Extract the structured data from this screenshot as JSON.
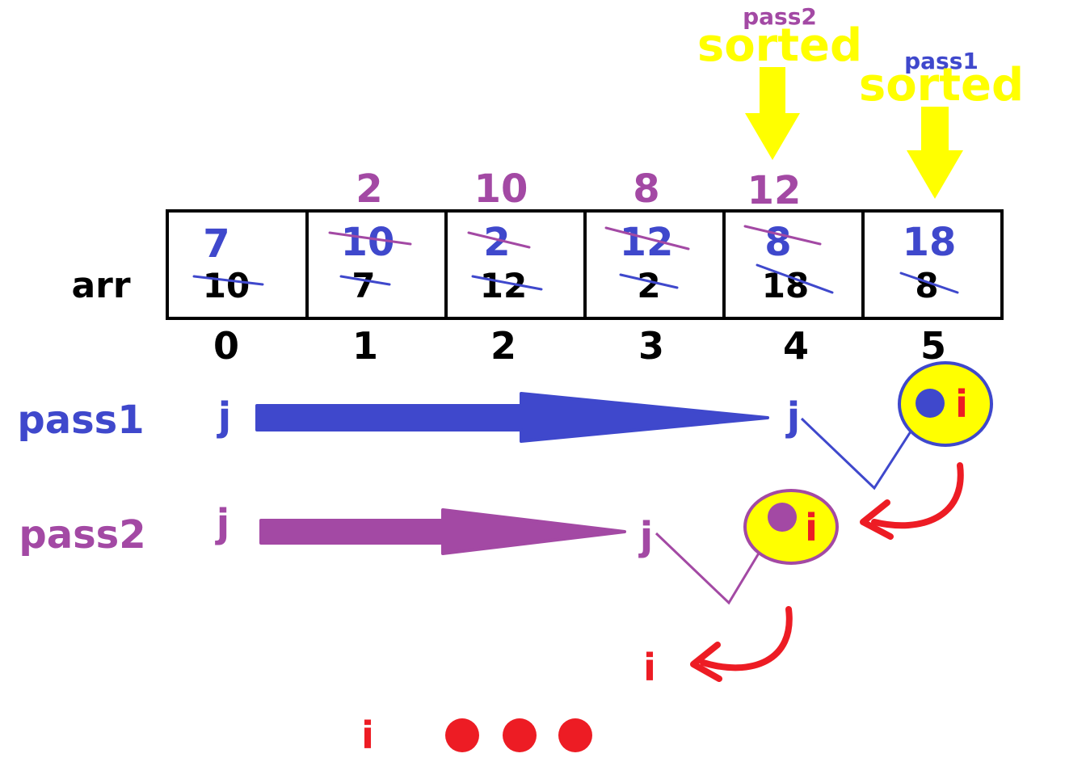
{
  "array_label": "arr",
  "indices": [
    "0",
    "1",
    "2",
    "3",
    "4",
    "5"
  ],
  "cells": [
    {
      "original": "10",
      "pass1": "7",
      "pass2": ""
    },
    {
      "original": "7",
      "pass1": "10",
      "pass2": "2"
    },
    {
      "original": "12",
      "pass1": "2",
      "pass2": "10"
    },
    {
      "original": "2",
      "pass1": "12",
      "pass2": "8"
    },
    {
      "original": "18",
      "pass1": "8",
      "pass2": "12"
    },
    {
      "original": "8",
      "pass1": "18",
      "pass2": ""
    }
  ],
  "passes": [
    {
      "label": "pass1",
      "sorted_label": "sorted",
      "j": "j",
      "i": "i",
      "color": "#3f48cc"
    },
    {
      "label": "pass2",
      "sorted_label": "sorted",
      "j": "j",
      "i": "i",
      "color": "#a349a4"
    }
  ],
  "next_i": "i",
  "bottom_i": "i",
  "colors": {
    "black": "#000000",
    "pass1": "#3f48cc",
    "pass2": "#a349a4",
    "sorted": "#ffff00",
    "pointer": "#ed1c24"
  }
}
